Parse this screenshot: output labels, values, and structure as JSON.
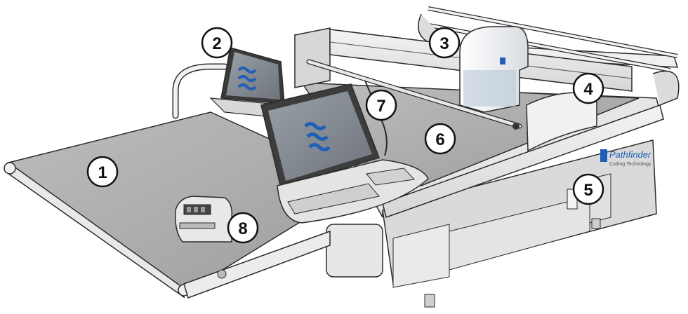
{
  "brand": {
    "name": "Pathfinder",
    "tagline": "Cutting Technology",
    "accent": "#1f5fb8"
  },
  "colors": {
    "frame": "#e8e8e8",
    "table_surface": "#a9a9a9",
    "outline": "#2b2b2b",
    "screen": "#7a7f88",
    "arm": "#f0f0f0"
  },
  "callouts": [
    {
      "id": "1",
      "label": "1"
    },
    {
      "id": "2",
      "label": "2"
    },
    {
      "id": "3",
      "label": "3"
    },
    {
      "id": "4",
      "label": "4"
    },
    {
      "id": "5",
      "label": "5"
    },
    {
      "id": "6",
      "label": "6"
    },
    {
      "id": "7",
      "label": "7"
    },
    {
      "id": "8",
      "label": "8"
    }
  ]
}
